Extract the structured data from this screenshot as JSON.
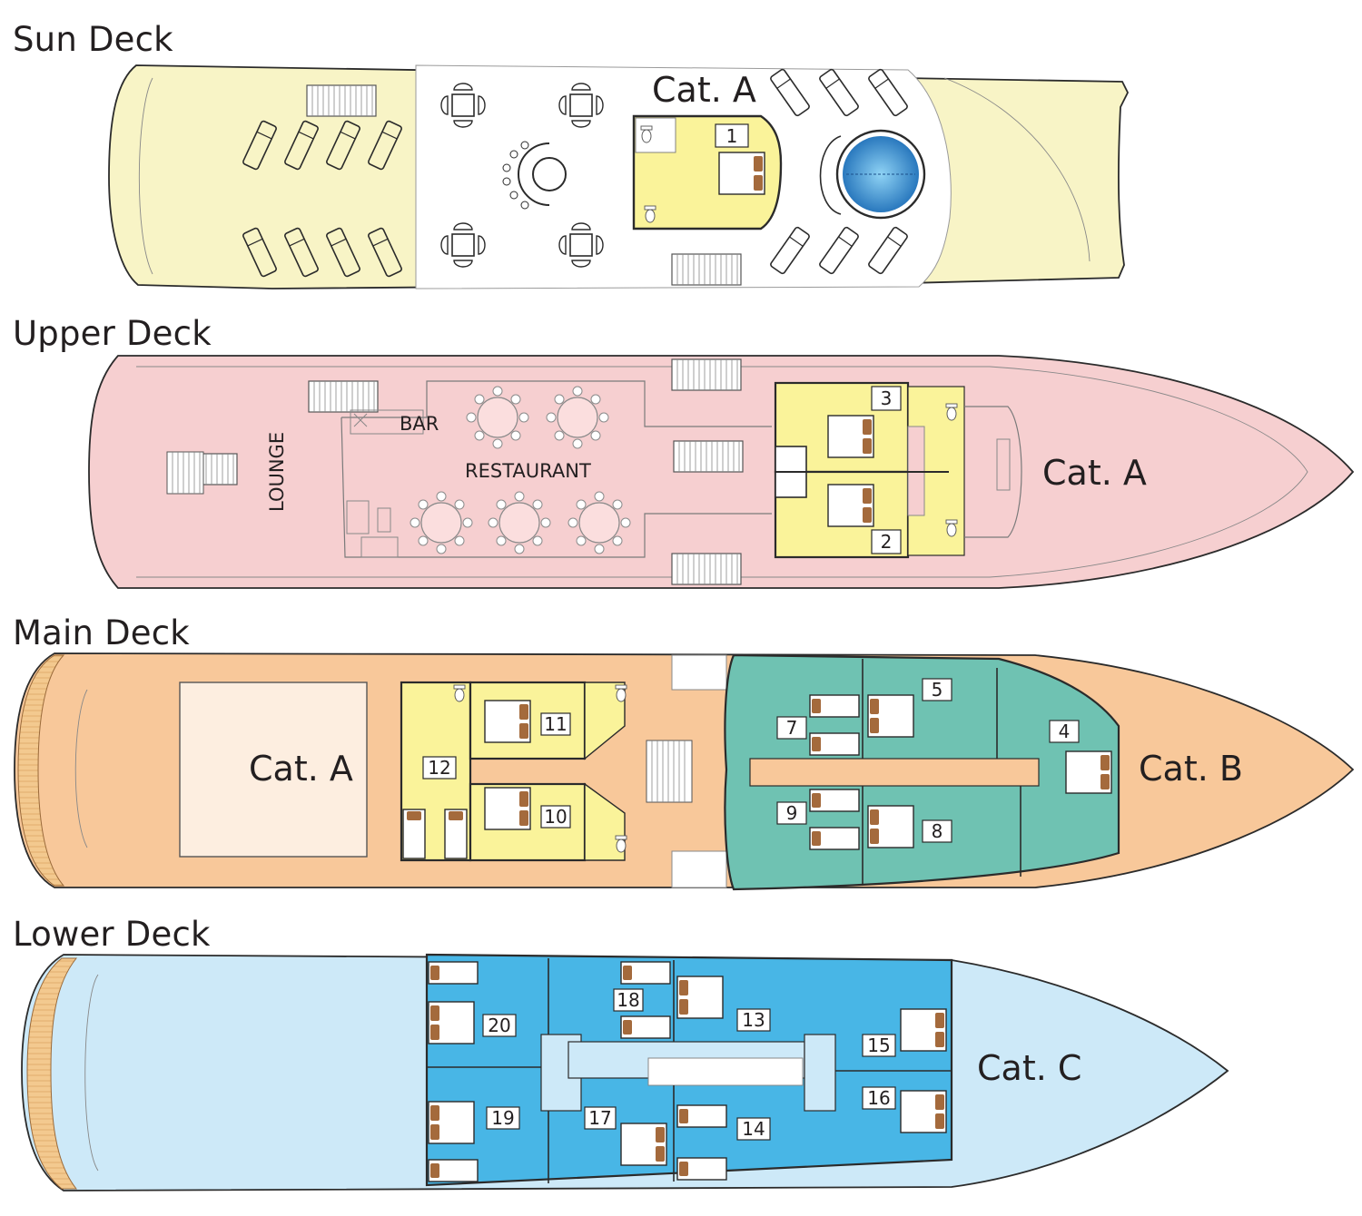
{
  "decks": {
    "sun": {
      "title": "Sun Deck",
      "category": "Cat. A"
    },
    "upper": {
      "title": "Upper Deck",
      "category": "Cat. A",
      "areas": {
        "lounge": "LOUNGE",
        "bar": "BAR",
        "restaurant": "RESTAURANT"
      }
    },
    "main": {
      "title": "Main Deck",
      "category_stern": "Cat. A",
      "category_bow": "Cat. B"
    },
    "lower": {
      "title": "Lower Deck",
      "category": "Cat. C"
    }
  },
  "cabins": {
    "sun": [
      "1"
    ],
    "upper": [
      "3",
      "2"
    ],
    "main": [
      "11",
      "12",
      "10",
      "7",
      "5",
      "4",
      "9",
      "8"
    ],
    "lower": [
      "18",
      "20",
      "13",
      "15",
      "16",
      "19",
      "17",
      "14"
    ]
  },
  "colors": {
    "sun_hull": "#f8f4c6",
    "upper_hull": "#f6cfd0",
    "main_hull": "#f8c89a",
    "lower_hull": "#cde9f8",
    "cat_a_cabin": "#faf39a",
    "cat_b_cabin": "#6fc2b2",
    "cat_c_cabin": "#48b6e6",
    "pool": "#2a8fd0"
  },
  "icons": [
    "sun-lounger-icon",
    "table-chairs-icon",
    "stairs-icon",
    "pool-icon",
    "bed-icon",
    "round-table-icon",
    "jacuzzi-icon"
  ]
}
